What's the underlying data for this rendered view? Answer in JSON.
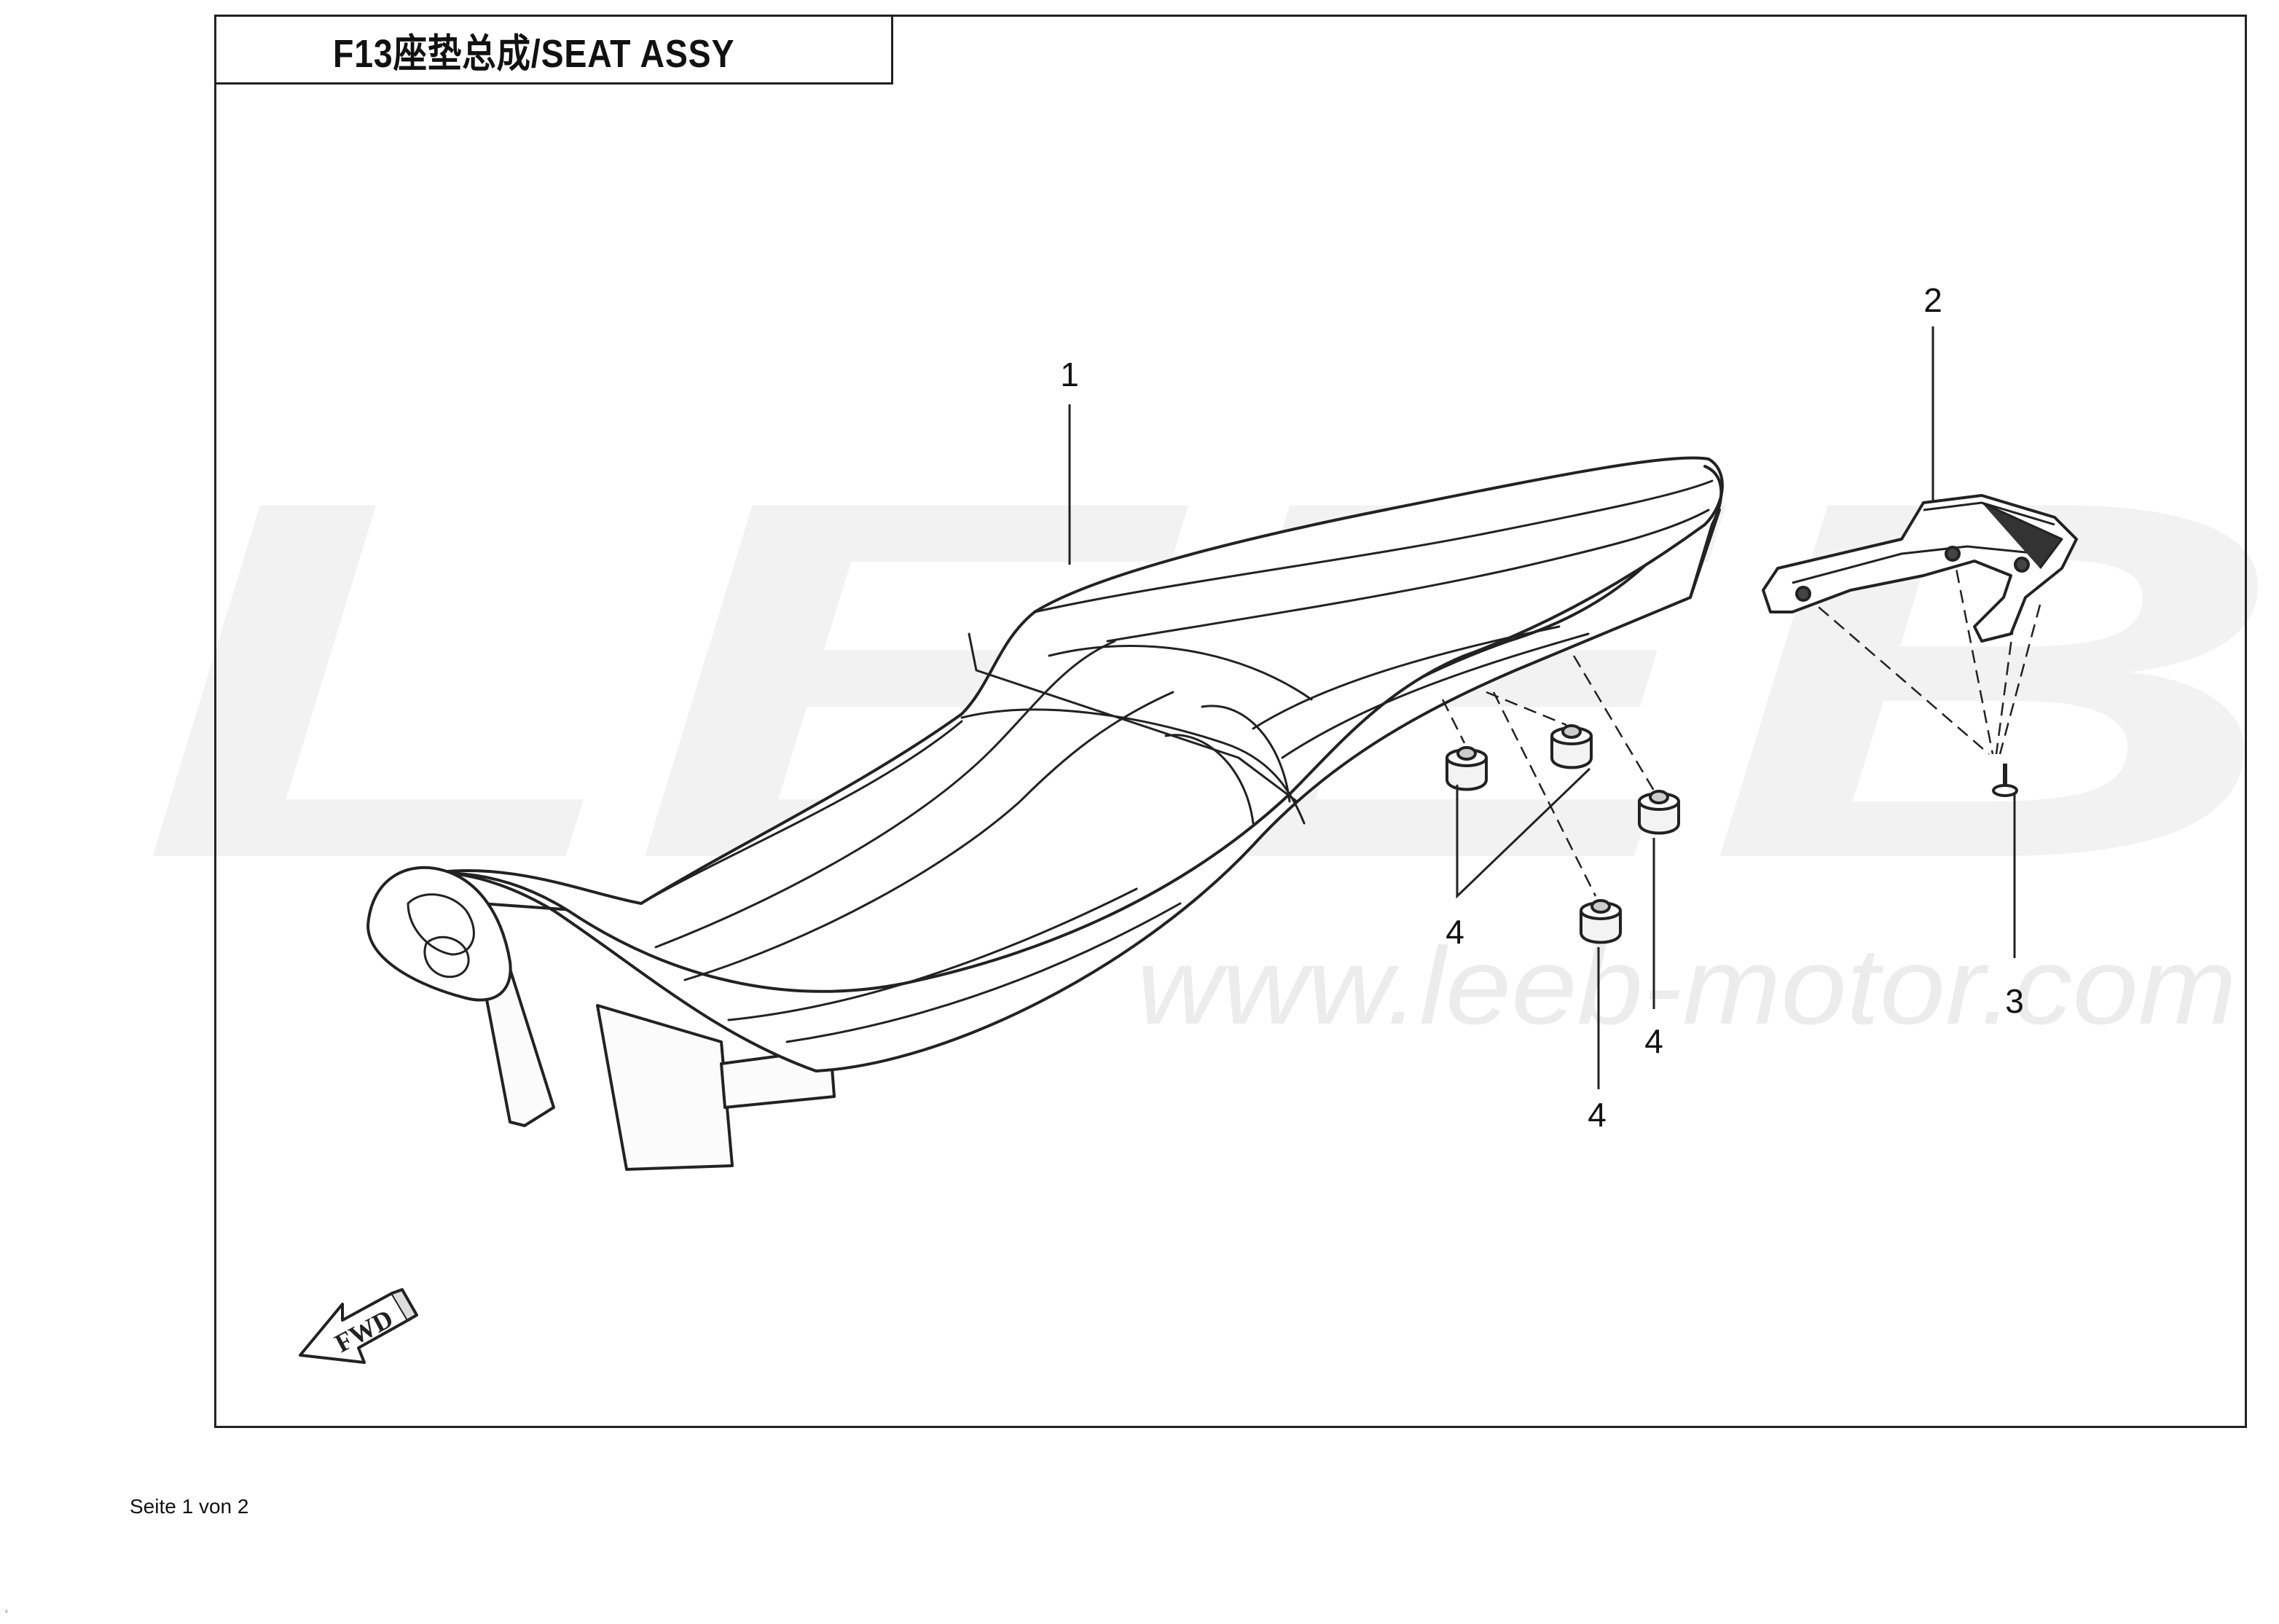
{
  "title": "F13座垫总成/SEAT ASSY",
  "watermark": {
    "logo_text": "LEEB",
    "url_text": "www.leeb-motor.com",
    "color": "#f1f1f1"
  },
  "direction_marker": "FWD",
  "callouts": [
    {
      "id": "part-1",
      "label": "1"
    },
    {
      "id": "part-2",
      "label": "2"
    },
    {
      "id": "part-3",
      "label": "3"
    },
    {
      "id": "part-4a",
      "label": "4"
    },
    {
      "id": "part-4b",
      "label": "4"
    },
    {
      "id": "part-4c",
      "label": "4"
    }
  ],
  "footer": "Seite 1 von 2",
  "corner_mark": "⁴",
  "colors": {
    "line": "#222222",
    "part_fill": "#ffffff",
    "shadow": "#d6d6d6"
  }
}
